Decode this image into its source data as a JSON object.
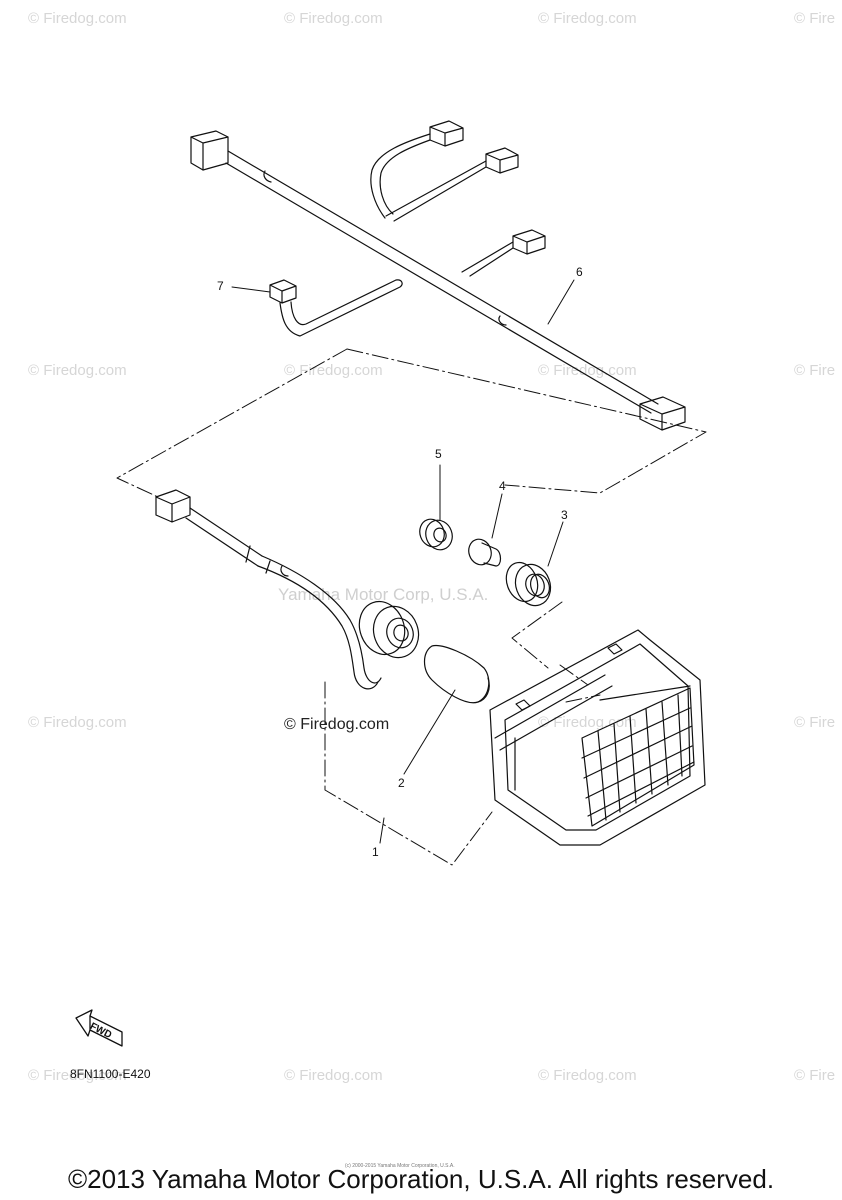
{
  "watermark": {
    "text": "© Firedog.com",
    "truncated": "© Fire"
  },
  "center_watermark": "Yamaha Motor Corp, U.S.A.",
  "inline_watermark": "© Firedog.com",
  "callouts": [
    "1",
    "2",
    "3",
    "4",
    "5",
    "6",
    "7"
  ],
  "fwd_label": "FWD",
  "diagram_code": "8FN1100-E420",
  "small_copyright": "(c) 2000-2015 Yamaha Motor Corporation, U.S.A.",
  "footer": "©2013 Yamaha Motor Corporation, U.S.A. All rights reserved."
}
